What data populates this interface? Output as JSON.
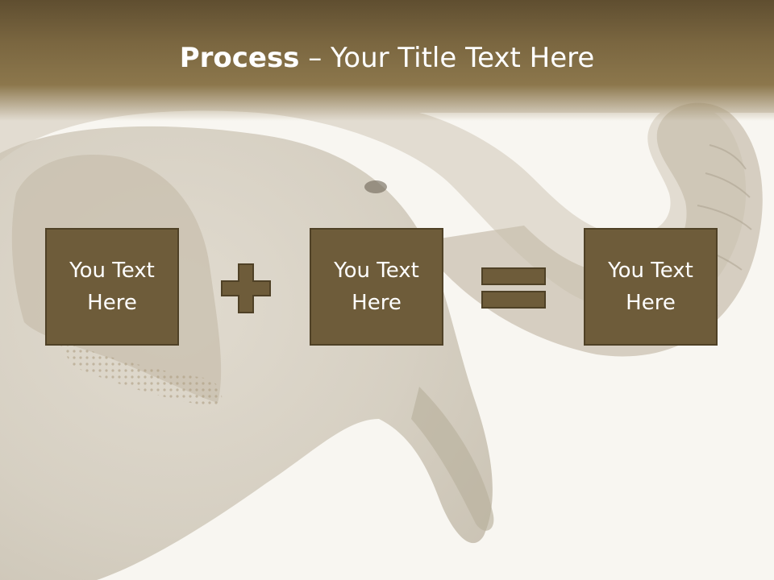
{
  "title": {
    "bold": "Process",
    "rest": " – Your Title Text Here"
  },
  "boxes": [
    {
      "label": "You Text Here"
    },
    {
      "label": "You Text Here"
    },
    {
      "label": "You Text Here"
    }
  ],
  "operators": {
    "first": "plus-icon",
    "second": "equals-icon"
  },
  "colors": {
    "title_band": "#7a6640",
    "box_fill": "#6e5c3a",
    "box_border": "#4f4126",
    "operator_fill": "#6e5c3a",
    "background": "#f8f6f1"
  }
}
